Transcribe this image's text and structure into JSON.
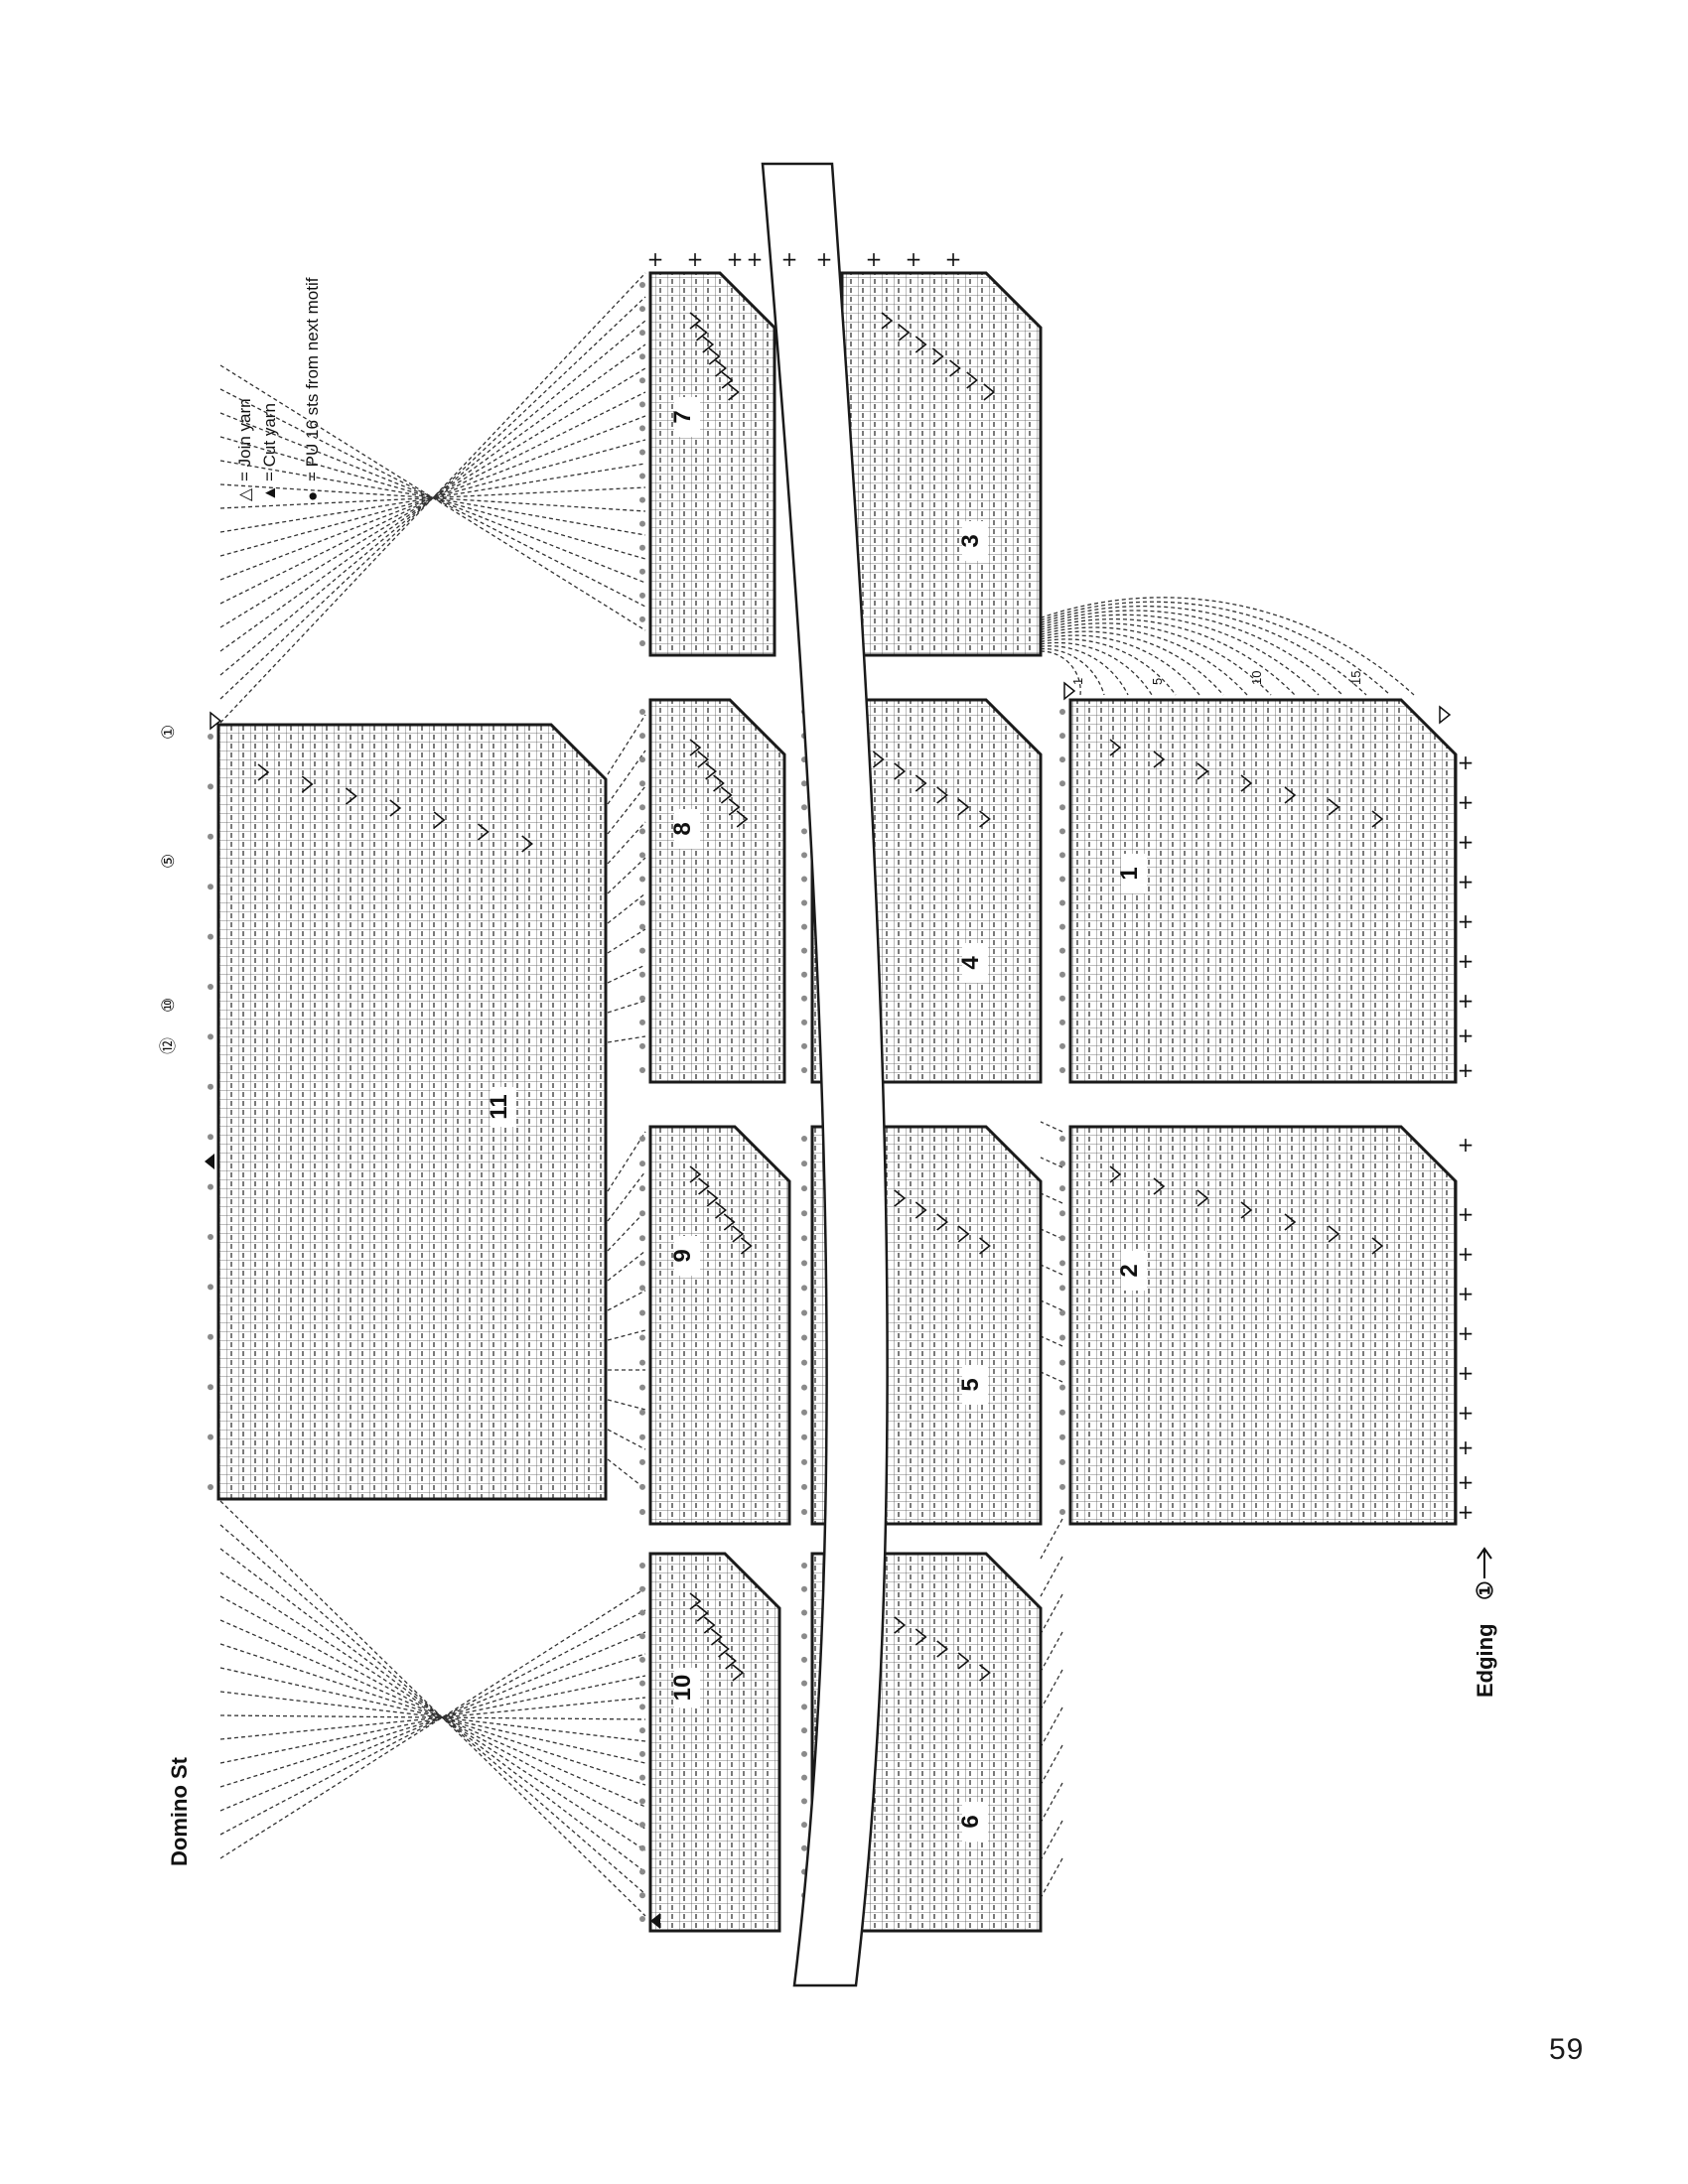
{
  "title": "Domino St",
  "edging_label": "Edging",
  "edging_row_marker": "①",
  "page_number": "59",
  "legend": [
    {
      "symbol": "△",
      "text": "= Join yarn"
    },
    {
      "symbol": "▲",
      "text": "= Cut yarn"
    },
    {
      "symbol": "●",
      "text": "= PU 16 sts from next motif"
    }
  ],
  "row_markers": [
    "⑫",
    "⑩",
    "⑤",
    "①"
  ],
  "row_ticks": [
    "1",
    "5",
    "10",
    "15"
  ],
  "motifs": [
    {
      "id": "1",
      "label": "1"
    },
    {
      "id": "2",
      "label": "2"
    },
    {
      "id": "3",
      "label": "3"
    },
    {
      "id": "4",
      "label": "4"
    },
    {
      "id": "5",
      "label": "5"
    },
    {
      "id": "6",
      "label": "6"
    },
    {
      "id": "7",
      "label": "7"
    },
    {
      "id": "8",
      "label": "8"
    },
    {
      "id": "9",
      "label": "9"
    },
    {
      "id": "10",
      "label": "10"
    },
    {
      "id": "11",
      "label": "11"
    }
  ],
  "plus_symbol": "+",
  "colors": {
    "ink": "#1a1a1a",
    "dot": "#8a8a8a",
    "paper": "#ffffff"
  }
}
